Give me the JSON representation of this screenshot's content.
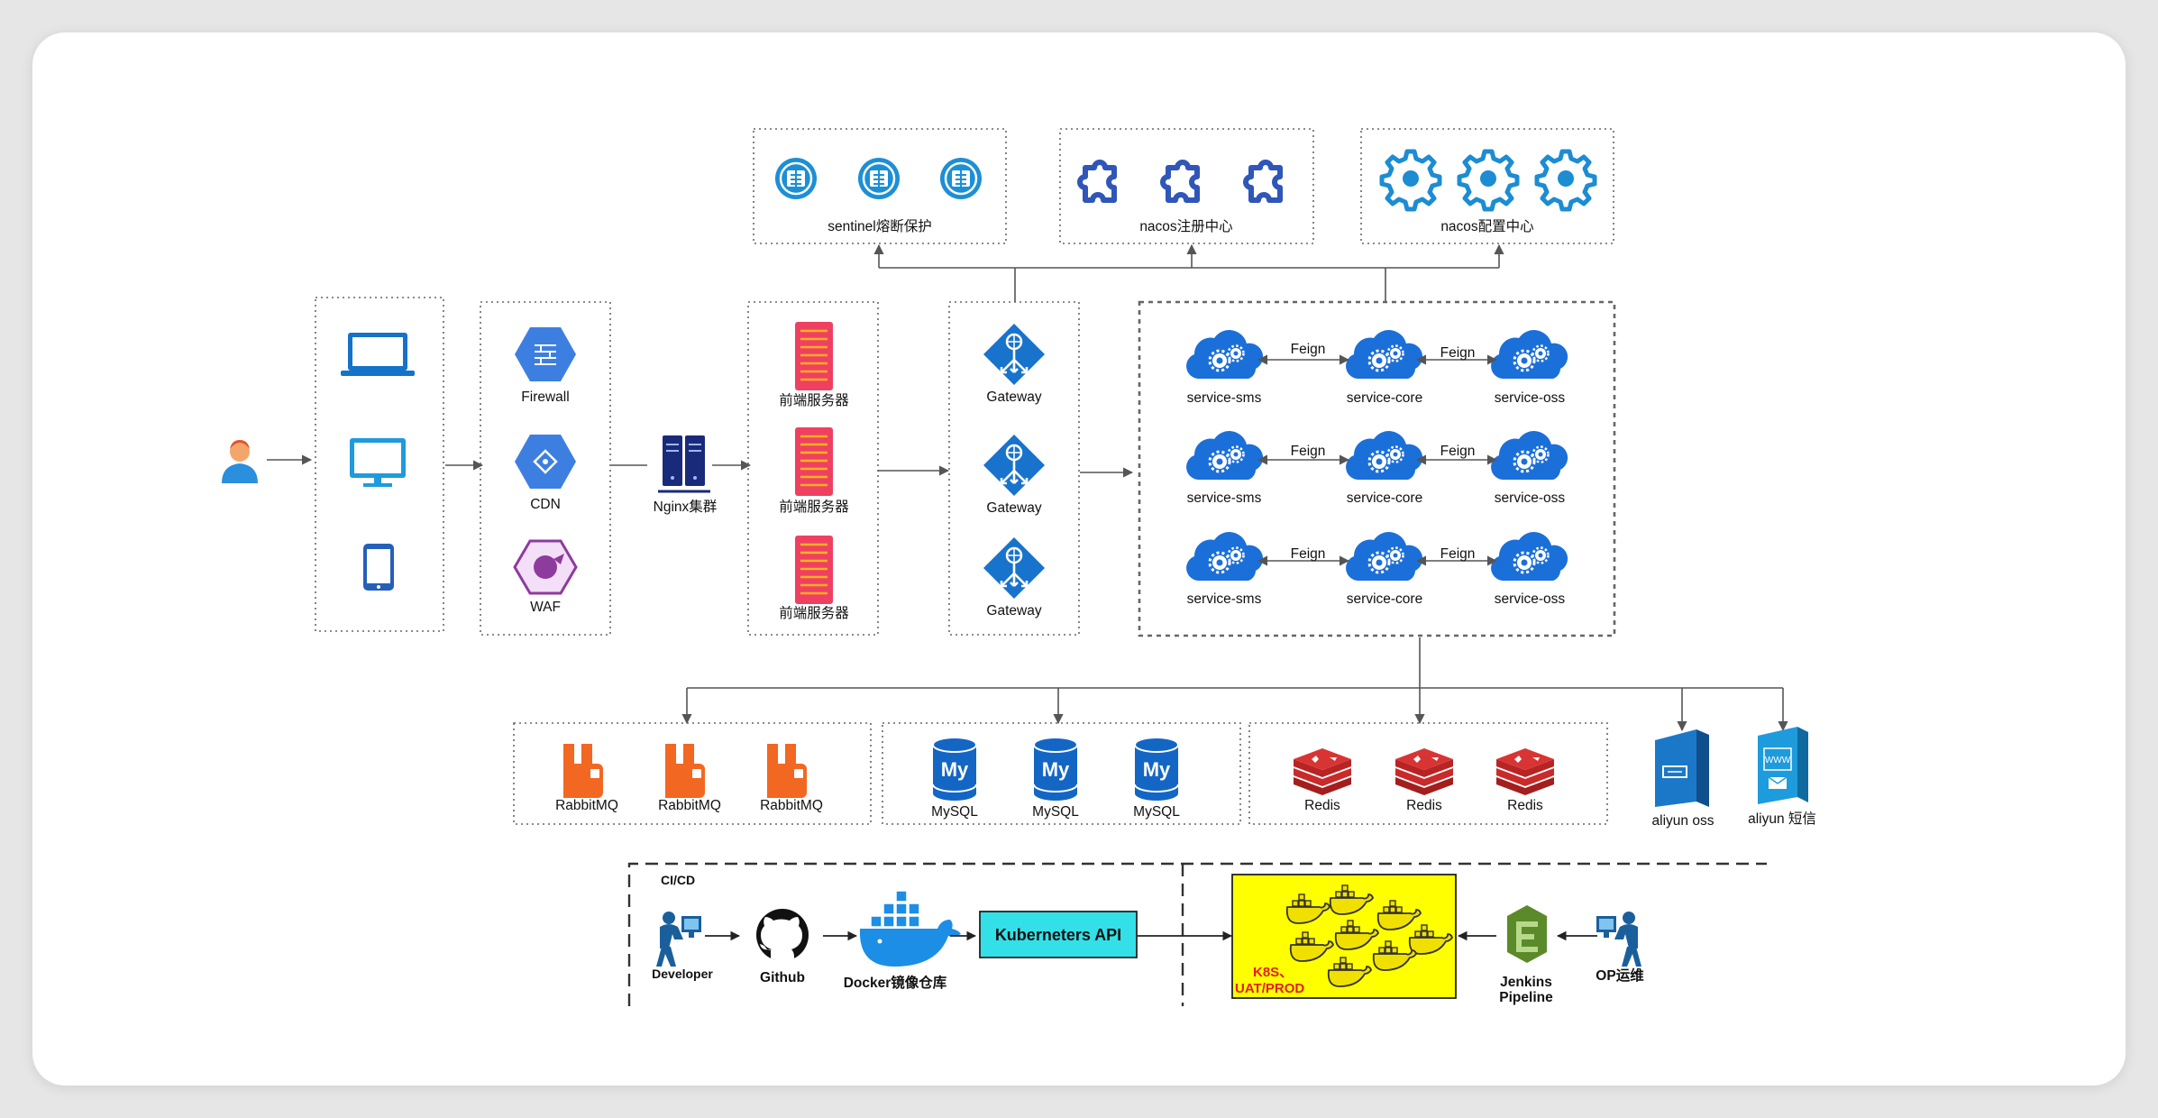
{
  "top": {
    "sentinel": "sentinel熔断保护",
    "nacos_registry": "nacos注册中心",
    "nacos_config": "nacos配置中心"
  },
  "edge": {
    "firewall": "Firewall",
    "cdn": "CDN",
    "waf": "WAF",
    "nginx": "Nginx集群"
  },
  "frontend": [
    "前端服务器",
    "前端服务器",
    "前端服务器"
  ],
  "gateways": [
    "Gateway",
    "Gateway",
    "Gateway"
  ],
  "services": {
    "rows": [
      [
        "service-sms",
        "service-core",
        "service-oss"
      ],
      [
        "service-sms",
        "service-core",
        "service-oss"
      ],
      [
        "service-sms",
        "service-core",
        "service-oss"
      ]
    ],
    "feign": "Feign"
  },
  "storage": {
    "rabbitmq": [
      "RabbitMQ",
      "RabbitMQ",
      "RabbitMQ"
    ],
    "mysql": [
      "MySQL",
      "MySQL",
      "MySQL"
    ],
    "redis": [
      "Redis",
      "Redis",
      "Redis"
    ],
    "aliyun_oss": "aliyun oss",
    "aliyun_sms": "aliyun 短信",
    "mysql_icon_text": "My",
    "www_icon_text": "WWW"
  },
  "cicd": {
    "title": "CI/CD",
    "developer": "Developer",
    "github": "Github",
    "docker": "Docker镜像仓库",
    "k8s_api": "Kuberneters API",
    "k8s_env_line1": "K8S、",
    "k8s_env_line2": "UAT/PROD",
    "jenkins_line1": "Jenkins",
    "jenkins_line2": "Pipeline",
    "op": "OP运维"
  },
  "colors": {
    "accent_blue": "#1a73c9",
    "service_blue": "#1b6fd9",
    "gcp_blue": "#3d7fe0",
    "waf_purple": "#8e3b9e",
    "frontend_red": "#ef4062",
    "nginx_navy": "#1a2a7a",
    "rabbit_orange": "#f26722",
    "redis_red": "#c92a2a",
    "k8s_yellow": "#ffff00",
    "k8s_api_cyan": "#33e0e8",
    "k8s_env_red": "#e02020",
    "jenkins_green": "#5a8a2a"
  },
  "icons": {
    "user": "user-icon",
    "devices": [
      "laptop-icon",
      "desktop-icon",
      "tablet-icon"
    ],
    "sentinel": "sentinel-shield-icon",
    "nacos_registry": "puzzle-icon",
    "nacos_config": "gear-icon",
    "service": "cloud-gear-icon",
    "frontend": "server-rack-icon",
    "gateway": "gateway-icon",
    "mysql": "mysql-db-icon",
    "rabbitmq": "rabbitmq-icon",
    "redis": "redis-icon",
    "docker": "docker-whale-icon",
    "github": "github-icon",
    "jenkins": "jenkins-icon"
  }
}
